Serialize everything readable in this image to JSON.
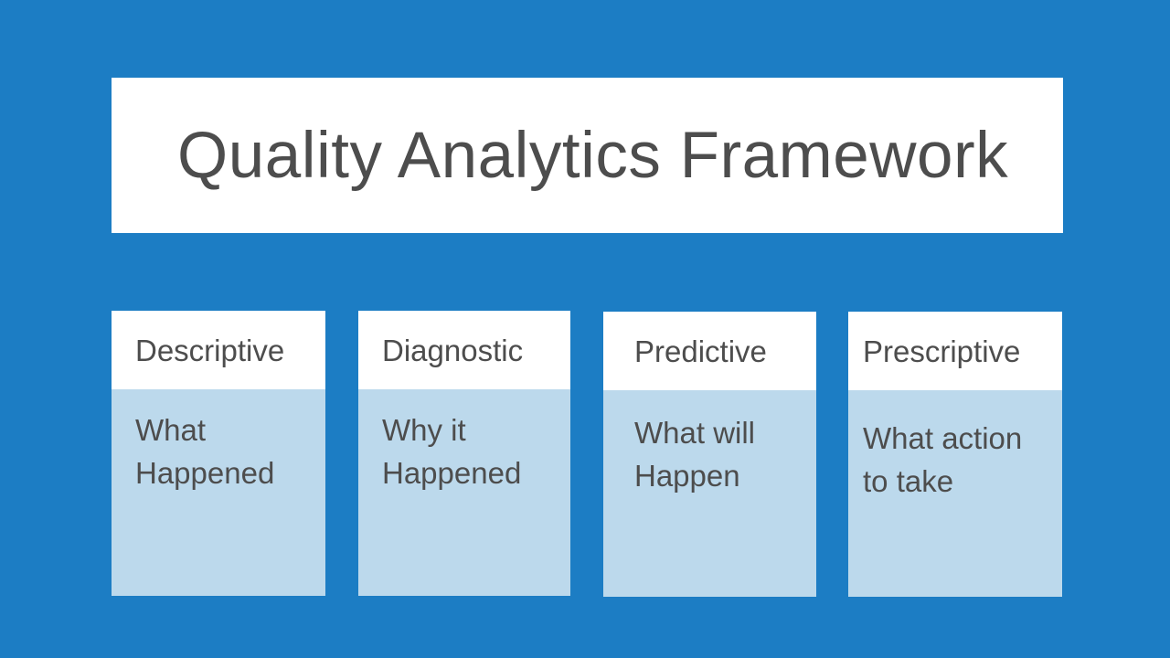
{
  "slide": {
    "background_color": "#1c7dc4",
    "title": "Quality Analytics Framework",
    "title_color": "#4d4d4d",
    "title_banner_color": "#ffffff"
  },
  "cards": [
    {
      "header": "Descriptive",
      "body": "What\nHappened",
      "header_bg": "#ffffff",
      "body_bg": "#bcd9ec",
      "text_color": "#4d4d4d"
    },
    {
      "header": "Diagnostic",
      "body": "Why it\nHappened",
      "header_bg": "#ffffff",
      "body_bg": "#bcd9ec",
      "text_color": "#4d4d4d"
    },
    {
      "header": "Predictive",
      "body": "What will\nHappen",
      "header_bg": "#ffffff",
      "body_bg": "#bcd9ec",
      "text_color": "#4d4d4d"
    },
    {
      "header": "Prescriptive",
      "body": "What action\nto take",
      "header_bg": "#ffffff",
      "body_bg": "#bcd9ec",
      "text_color": "#4d4d4d"
    }
  ]
}
